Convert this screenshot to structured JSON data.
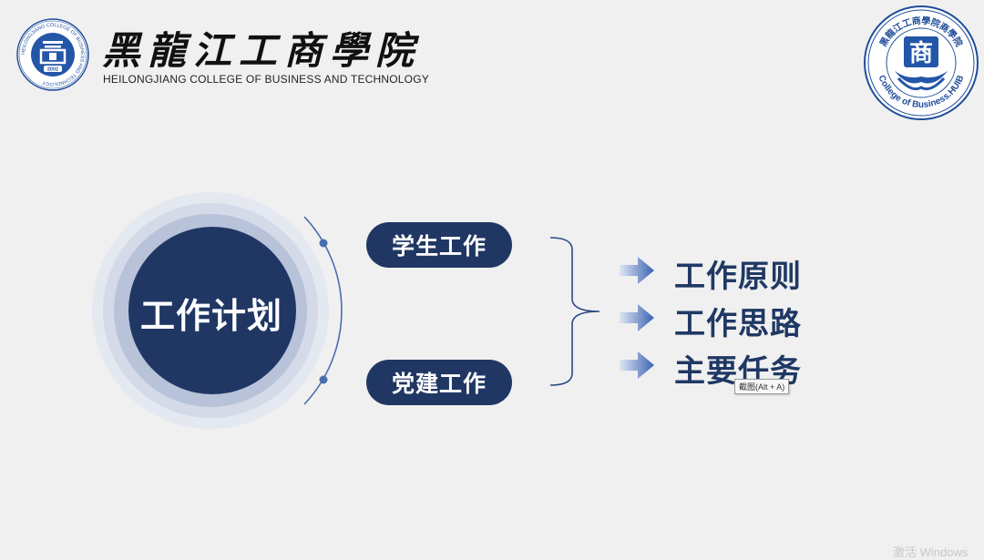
{
  "header": {
    "college_name_cn": "黑龍江工商學院",
    "college_name_en": "HEILONGJIANG COLLEGE OF BUSINESS AND TECHNOLOGY",
    "left_logo": {
      "ring_text": "HEILONGJIANG COLLEGE OF BUSINESS AND TECHNOLOGY",
      "year": "2002",
      "icon": "college-emblem-icon"
    },
    "right_logo": {
      "ring_top": "黑龍江工商學院商學院",
      "ring_bottom": "College of Business.HUIB",
      "center_char": "商",
      "icon": "business-school-emblem-icon"
    }
  },
  "diagram": {
    "main_title": "工作计划",
    "branches": [
      {
        "label": "学生工作"
      },
      {
        "label": "党建工作"
      }
    ],
    "items": [
      {
        "label": "工作原则",
        "icon": "chevron-right-arrow-icon"
      },
      {
        "label": "工作思路",
        "icon": "chevron-right-arrow-icon"
      },
      {
        "label": "主要任务",
        "icon": "chevron-right-arrow-icon"
      }
    ]
  },
  "tooltip": {
    "text": "截图(Alt + A)"
  },
  "watermark": {
    "text": "激活 Windows"
  },
  "colors": {
    "navy": "#203764",
    "dark_navy": "#1f3864",
    "ring_light": "#dfe4ee",
    "ring_mid": "#c9d1e2",
    "ring_inner": "#a4b2cf",
    "accent_line": "#4a6cb0",
    "background": "#f0f0f0"
  }
}
